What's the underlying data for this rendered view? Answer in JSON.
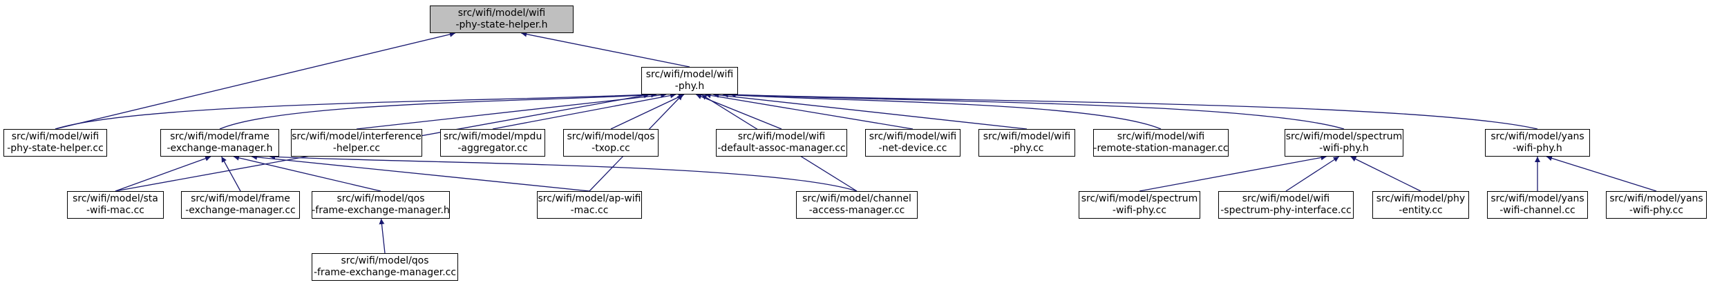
{
  "colors": {
    "edge": "#191970",
    "root_fill": "#bfbfbf",
    "node_fill": "#ffffff",
    "border": "#000000"
  },
  "nodes": {
    "root": {
      "l1": "src/wifi/model/wifi",
      "l2": "-phy-state-helper.h"
    },
    "wifi_phy_h": {
      "l1": "src/wifi/model/wifi",
      "l2": "-phy.h"
    },
    "psh_cc": {
      "l1": "src/wifi/model/wifi",
      "l2": "-phy-state-helper.cc"
    },
    "fem_h": {
      "l1": "src/wifi/model/frame",
      "l2": "-exchange-manager.h"
    },
    "interf_cc": {
      "l1": "src/wifi/model/interference",
      "l2": "-helper.cc"
    },
    "mpdu_cc": {
      "l1": "src/wifi/model/mpdu",
      "l2": "-aggregator.cc"
    },
    "qos_txop": {
      "l1": "src/wifi/model/qos",
      "l2": "-txop.cc"
    },
    "dam_cc": {
      "l1": "src/wifi/model/wifi",
      "l2": "-default-assoc-manager.cc"
    },
    "netdev_cc": {
      "l1": "src/wifi/model/wifi",
      "l2": "-net-device.cc"
    },
    "phy_cc": {
      "l1": "src/wifi/model/wifi",
      "l2": "-phy.cc"
    },
    "rsm_cc": {
      "l1": "src/wifi/model/wifi",
      "l2": "-remote-station-manager.cc"
    },
    "spec_h": {
      "l1": "src/wifi/model/spectrum",
      "l2": "-wifi-phy.h"
    },
    "yans_h": {
      "l1": "src/wifi/model/yans",
      "l2": "-wifi-phy.h"
    },
    "sta_cc": {
      "l1": "src/wifi/model/sta",
      "l2": "-wifi-mac.cc"
    },
    "fem_cc": {
      "l1": "src/wifi/model/frame",
      "l2": "-exchange-manager.cc"
    },
    "qfem_h": {
      "l1": "src/wifi/model/qos",
      "l2": "-frame-exchange-manager.h"
    },
    "ap_cc": {
      "l1": "src/wifi/model/ap-wifi",
      "l2": "-mac.cc"
    },
    "cam_cc": {
      "l1": "src/wifi/model/channel",
      "l2": "-access-manager.cc"
    },
    "spec_cc": {
      "l1": "src/wifi/model/spectrum",
      "l2": "-wifi-phy.cc"
    },
    "spif_cc": {
      "l1": "src/wifi/model/wifi",
      "l2": "-spectrum-phy-interface.cc"
    },
    "phyent_cc": {
      "l1": "src/wifi/model/phy",
      "l2": "-entity.cc"
    },
    "ychan_cc": {
      "l1": "src/wifi/model/yans",
      "l2": "-wifi-channel.cc"
    },
    "yphy_cc": {
      "l1": "src/wifi/model/yans",
      "l2": "-wifi-phy.cc"
    },
    "qfem_cc": {
      "l1": "src/wifi/model/qos",
      "l2": "-frame-exchange-manager.cc"
    }
  },
  "edges": [
    [
      "psh_cc",
      "root"
    ],
    [
      "wifi_phy_h",
      "root"
    ],
    [
      "psh_cc",
      "wifi_phy_h"
    ],
    [
      "fem_h",
      "wifi_phy_h"
    ],
    [
      "interf_cc",
      "wifi_phy_h"
    ],
    [
      "mpdu_cc",
      "wifi_phy_h"
    ],
    [
      "qos_txop",
      "wifi_phy_h"
    ],
    [
      "dam_cc",
      "wifi_phy_h"
    ],
    [
      "netdev_cc",
      "wifi_phy_h"
    ],
    [
      "phy_cc",
      "wifi_phy_h"
    ],
    [
      "rsm_cc",
      "wifi_phy_h"
    ],
    [
      "spec_h",
      "wifi_phy_h"
    ],
    [
      "yans_h",
      "wifi_phy_h"
    ],
    [
      "sta_cc",
      "wifi_phy_h"
    ],
    [
      "ap_cc",
      "wifi_phy_h"
    ],
    [
      "cam_cc",
      "wifi_phy_h"
    ],
    [
      "sta_cc",
      "fem_h"
    ],
    [
      "fem_cc",
      "fem_h"
    ],
    [
      "qfem_h",
      "fem_h"
    ],
    [
      "ap_cc",
      "fem_h"
    ],
    [
      "cam_cc",
      "fem_h"
    ],
    [
      "qfem_cc",
      "qfem_h"
    ],
    [
      "spec_cc",
      "spec_h"
    ],
    [
      "spif_cc",
      "spec_h"
    ],
    [
      "phyent_cc",
      "spec_h"
    ],
    [
      "ychan_cc",
      "yans_h"
    ],
    [
      "yphy_cc",
      "yans_h"
    ]
  ]
}
